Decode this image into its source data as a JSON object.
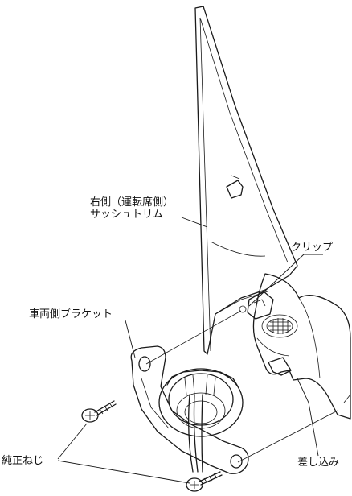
{
  "labels": {
    "trim_line1": "右側（運転席側）",
    "trim_line2": "サッシュトリム",
    "clip": "クリップ",
    "bracket": "車両側ブラケット",
    "screw": "純正ねじ",
    "insert": "差し込み"
  }
}
